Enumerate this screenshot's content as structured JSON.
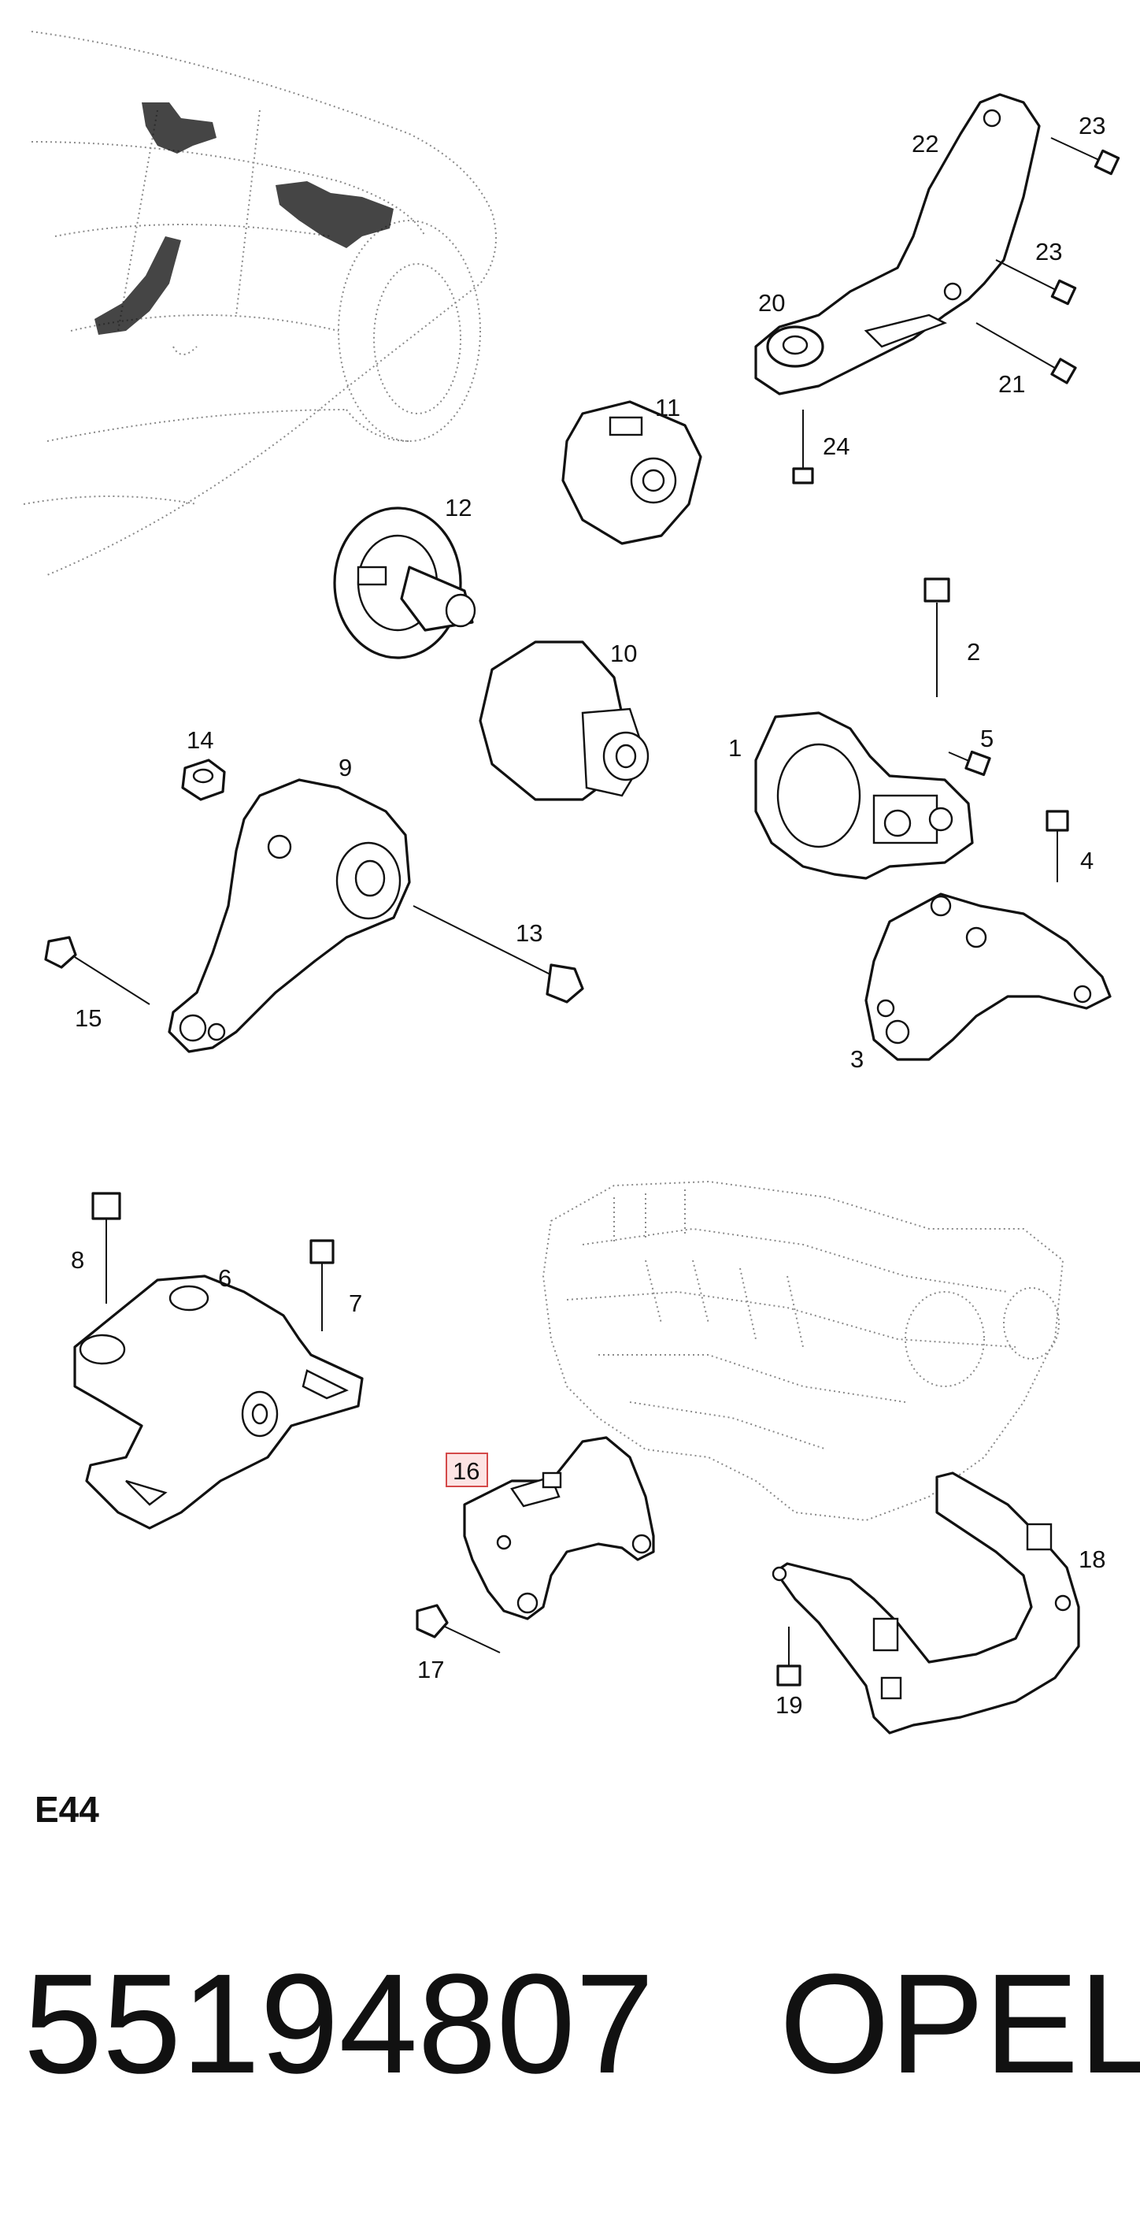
{
  "diagram": {
    "callouts": {
      "n1": "1",
      "n2": "2",
      "n3": "3",
      "n4": "4",
      "n5": "5",
      "n6": "6",
      "n7": "7",
      "n8": "8",
      "n9": "9",
      "n10": "10",
      "n11": "11",
      "n12": "12",
      "n13": "13",
      "n14": "14",
      "n15": "15",
      "n16": "16",
      "n17": "17",
      "n18": "18",
      "n19": "19",
      "n20": "20",
      "n21": "21",
      "n22": "22",
      "n23a": "23",
      "n23b": "23",
      "n24": "24"
    },
    "highlighted_callout": "16",
    "highlight_color": "#d44a4a"
  },
  "section_code": "E44",
  "footer": {
    "part_number": "55194807",
    "brand": "OPEL"
  }
}
